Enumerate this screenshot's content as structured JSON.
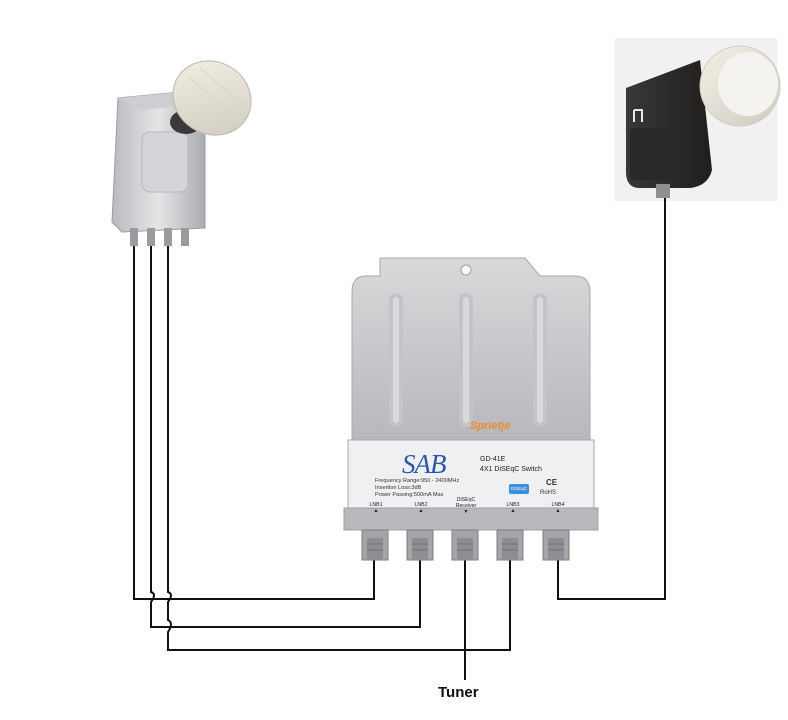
{
  "diagram": {
    "tuner_label": "Tuner",
    "switch": {
      "watermark": "Sprietje",
      "logo": "SAB",
      "model": "GD-41E",
      "subtitle": "4X1 DiSEqC Switch",
      "specs": [
        "Frequency Range:950 - 2400MHz",
        "Insertion Loss:3dB",
        "Power Passing:500mA Max"
      ],
      "ce_mark": "CE",
      "rohs": "RoHS",
      "badge": "DiSEqC",
      "ports": [
        {
          "label": "LNB1",
          "arrow": "▲"
        },
        {
          "label": "LNB2",
          "arrow": "▲"
        },
        {
          "label": "DiSEqC Receiver",
          "arrow": "▼"
        },
        {
          "label": "LNB3",
          "arrow": "▲"
        },
        {
          "label": "LNB4",
          "arrow": "▲"
        }
      ]
    }
  },
  "colors": {
    "cable": "#111111",
    "switch_body": "#c9cacc",
    "label_plate": "#eef0f2",
    "lnb_right_body": "#2e2c2b",
    "lnb_cap": "#ebe9e4",
    "logo_blue": "#2c56a8",
    "watermark_orange": "#f08a28"
  },
  "icons": [
    "quad-lnb-icon",
    "single-lnb-icon",
    "diseqc-switch-icon"
  ]
}
